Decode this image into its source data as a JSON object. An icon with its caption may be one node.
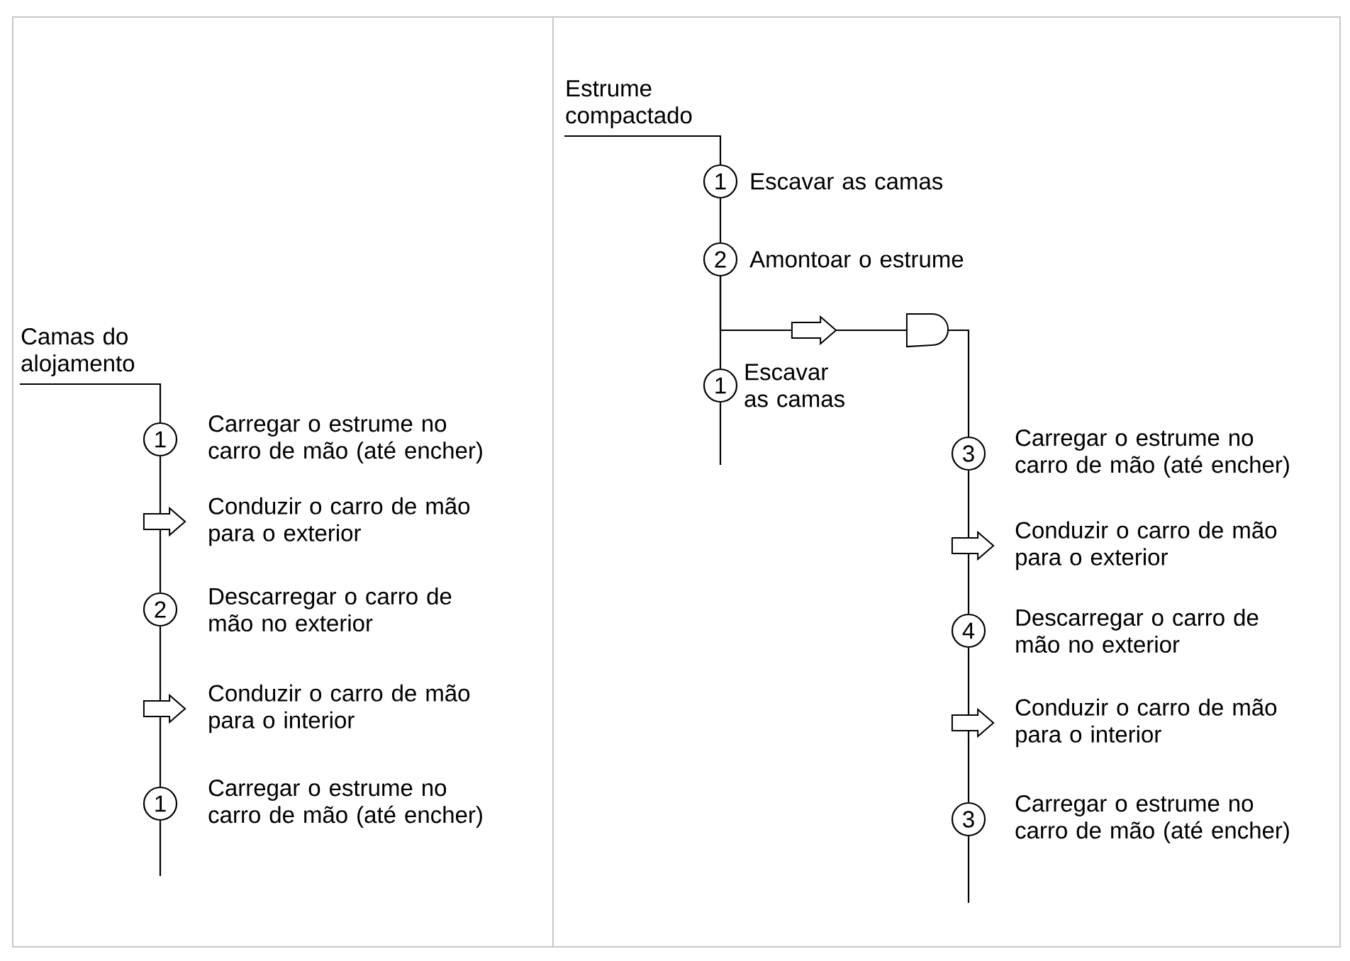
{
  "diagram": {
    "nodes": [
      {
        "text": [
          "Camas do alojamento"
        ]
      },
      {
        "text": [
          "1"
        ],
        "beside": [
          "Carregar o estrume no carro de mão (até encher)"
        ]
      },
      {
        "text": [],
        "shape": "arrow",
        "beside": [
          "Conduzir o carro de mão para o exterior"
        ]
      },
      {
        "text": [
          "2"
        ],
        "beside": [
          "Descarregar o carro de mão no exterior"
        ]
      },
      {
        "text": [],
        "shape": "arrow",
        "beside": [
          "Conduzir o carro de mão para o interior"
        ]
      },
      {
        "text": [
          "1"
        ],
        "beside": [
          "Carregar o estrume no carro de mão (até encher)"
        ]
      },
      {
        "text": [
          "Estrume compactado"
        ]
      },
      {
        "text": [
          "1"
        ],
        "beside": [
          "Escavar as camas"
        ]
      },
      {
        "text": [
          "2"
        ],
        "beside": [
          "Amontoar o estrume"
        ]
      },
      {
        "text": [],
        "shape": "arrow"
      },
      {
        "text": [],
        "shape": "delay"
      },
      {
        "text": [
          "1"
        ],
        "beside": [
          "Escavar as camas"
        ]
      },
      {
        "text": [
          "3"
        ],
        "beside": [
          "Carregar o estrume no carro de mão (até encher)"
        ]
      },
      {
        "text": [],
        "shape": "arrow",
        "beside": [
          "Conduzir o carro de mão para o exterior"
        ]
      },
      {
        "text": [
          "4"
        ],
        "beside": [
          "Descarregar o carro de mão no exterior"
        ]
      },
      {
        "text": [],
        "shape": "arrow",
        "beside": [
          "Conduzir o carro de mão para o interior"
        ]
      },
      {
        "text": [
          "3"
        ],
        "beside": [
          "Carregar o estrume no carro de mão (até encher)"
        ]
      }
    ],
    "edges": [
      {
        "from": 0,
        "to": 1,
        "arrow": "none"
      },
      {
        "from": 1,
        "to": 2,
        "arrow": "none"
      },
      {
        "from": 2,
        "to": 3,
        "arrow": "none"
      },
      {
        "from": 3,
        "to": 4,
        "arrow": "none"
      },
      {
        "from": 4,
        "to": 5,
        "arrow": "none"
      },
      {
        "from": 5,
        "to": null,
        "arrow": "none"
      },
      {
        "from": 6,
        "to": 7,
        "arrow": "none"
      },
      {
        "from": 7,
        "to": 8,
        "arrow": "none"
      },
      {
        "from": 8,
        "to": 11,
        "arrow": "none"
      },
      {
        "from": 8,
        "to": 9,
        "arrow": "none"
      },
      {
        "from": 9,
        "to": 10,
        "arrow": "none"
      },
      {
        "from": 10,
        "to": 12,
        "arrow": "none"
      },
      {
        "from": 11,
        "to": null,
        "arrow": "none"
      },
      {
        "from": 12,
        "to": 13,
        "arrow": "none"
      },
      {
        "from": 13,
        "to": 14,
        "arrow": "none"
      },
      {
        "from": 14,
        "to": 15,
        "arrow": "none"
      },
      {
        "from": 15,
        "to": 16,
        "arrow": "none"
      },
      {
        "from": 16,
        "to": null,
        "arrow": "none"
      }
    ]
  }
}
